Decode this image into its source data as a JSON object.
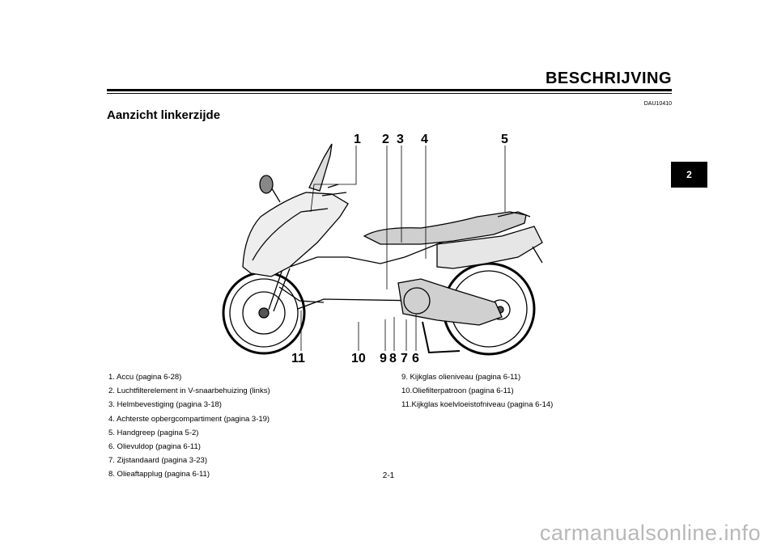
{
  "header": {
    "title": "BESCHRIJVING",
    "code": "DAU10410"
  },
  "section": {
    "title": "Aanzicht linkerzijde"
  },
  "chapter_tab": "2",
  "callouts": [
    "1",
    "2",
    "3",
    "4",
    "5",
    "6",
    "7",
    "8",
    "9",
    "10",
    "11"
  ],
  "legend_left": [
    "1.  Accu (pagina 6-28)",
    "2.  Luchtfilterelement in V-snaarbehuizing (links)",
    "3.  Helmbevestiging (pagina 3-18)",
    "4.  Achterste opbergcompartiment (pagina 3-19)",
    "5.  Handgreep (pagina 5-2)",
    "6.  Olievuldop (pagina 6-11)",
    "7.  Zijstandaard (pagina 3-23)",
    "8.  Olieaftapplug (pagina 6-11)"
  ],
  "legend_right": [
    "9.  Kijkglas olieniveau (pagina 6-11)",
    "10.Oliefilterpatroon (pagina 6-11)",
    "11.Kijkglas koelvloeistofniveau (pagina 6-14)"
  ],
  "page_number": "2-1",
  "watermark": "carmanualsonline.info"
}
